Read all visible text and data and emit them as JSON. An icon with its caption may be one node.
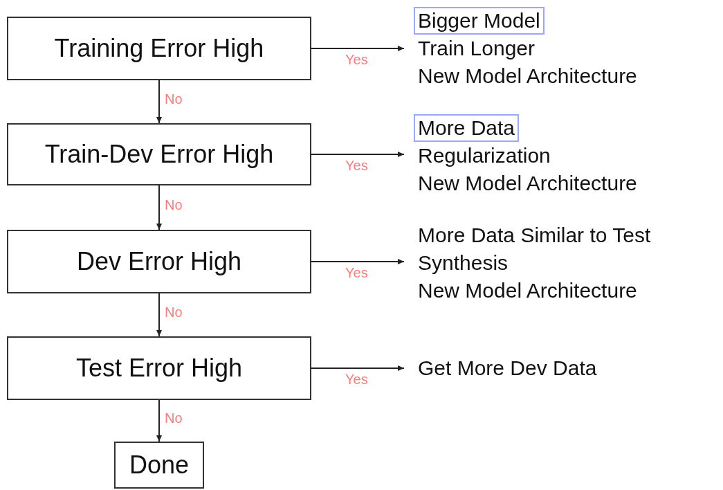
{
  "diagram": {
    "nodes": [
      {
        "text": [
          "Training Error High"
        ]
      },
      {
        "text": [
          "Train Longer",
          "New Model Architecture"
        ]
      },
      {
        "text": [
          "Bigger Model"
        ],
        "in": 1
      },
      {
        "text": [
          "Train-Dev Error High"
        ]
      },
      {
        "text": [
          "Regularization",
          "New Model Architecture"
        ]
      },
      {
        "text": [
          "More Data"
        ],
        "in": 4
      },
      {
        "text": [
          "Dev Error High"
        ]
      },
      {
        "text": [
          "More Data Similar to Test",
          "Synthesis",
          "New Model Architecture"
        ]
      },
      {
        "text": [
          "Test Error High"
        ]
      },
      {
        "text": [
          "Get More Dev Data"
        ]
      },
      {
        "text": [
          "Done"
        ]
      }
    ],
    "edges": [
      {
        "from": 0,
        "to": 1,
        "arrow": "to",
        "label": "Yes"
      },
      {
        "from": 0,
        "to": 3,
        "arrow": "to",
        "label": "No"
      },
      {
        "from": 3,
        "to": 4,
        "arrow": "to",
        "label": "Yes"
      },
      {
        "from": 3,
        "to": 6,
        "arrow": "to",
        "label": "No"
      },
      {
        "from": 6,
        "to": 7,
        "arrow": "to",
        "label": "Yes"
      },
      {
        "from": 6,
        "to": 8,
        "arrow": "to",
        "label": "No"
      },
      {
        "from": 8,
        "to": 9,
        "arrow": "to",
        "label": "Yes"
      },
      {
        "from": 8,
        "to": 10,
        "arrow": "to",
        "label": "No"
      }
    ]
  }
}
